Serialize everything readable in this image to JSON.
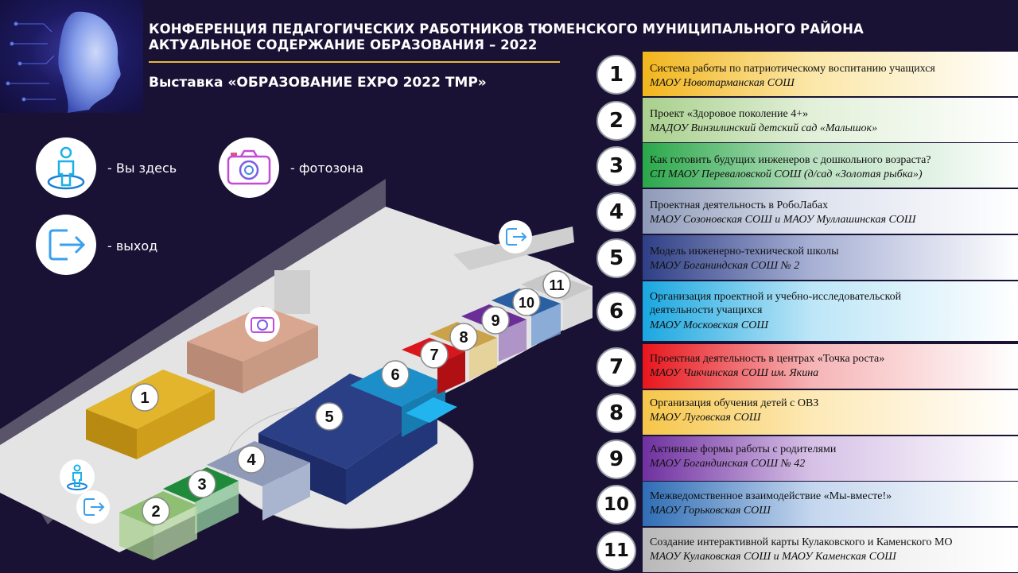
{
  "header": {
    "line1": "КОНФЕРЕНЦИЯ ПЕДАГОГИЧЕСКИХ РАБОТНИКОВ ТЮМЕНСКОГО МУНИЦИПАЛЬНОГО РАЙОНА",
    "line2": "АКТУАЛЬНОЕ СОДЕРЖАНИЕ ОБРАЗОВАНИЯ – 2022",
    "subtitle": "Выставка «ОБРАЗОВАНИЕ EXPO 2022 ТМР»"
  },
  "legend": [
    {
      "icon": "person-here-icon",
      "label": "- Вы здесь"
    },
    {
      "icon": "camera-icon",
      "label": "- фотозона"
    },
    {
      "icon": "exit-icon",
      "label": "- выход"
    }
  ],
  "map": {
    "markers": [
      "1",
      "2",
      "3",
      "4",
      "5",
      "6",
      "7",
      "8",
      "9",
      "10",
      "11"
    ]
  },
  "exhibits": [
    {
      "num": "1",
      "title": "Система работы по патриотическому воспитанию учащихся",
      "subtitle": "МАОУ Новотарманская СОШ",
      "color": "#f2b51c"
    },
    {
      "num": "2",
      "title": "Проект «Здоровое поколение 4+»",
      "subtitle": "МАДОУ Винзилинский детский сад «Малышок»",
      "color": "#a8d08d"
    },
    {
      "num": "3",
      "title": "Как готовить будущих  инженеров с дошкольного  возраста?",
      "subtitle": "СП МАОУ Перевaловской СОШ (д/сад «Золотая рыбка»)",
      "color": "#2aa84a"
    },
    {
      "num": "4",
      "title": "Проектная деятельность в РобоЛабах",
      "subtitle": "МАОУ Созоновская СОШ и МАОУ Муллашинская СОШ",
      "color": "#8e9ab8"
    },
    {
      "num": "5",
      "title": "Модель инженерно-технической школы",
      "subtitle": "МАОУ Боганиндская  СОШ № 2",
      "color": "#2f3f86"
    },
    {
      "num": "6",
      "title": "Организация проектной и учебно-исследовательской деятельности учащихся",
      "subtitle": "МАОУ Московская  СОШ",
      "color": "#1aa7e0"
    },
    {
      "num": "7",
      "title": "Проектная деятельность в центрах «Точка роста»",
      "subtitle": "МАОУ Чикчинская СОШ им. Якина",
      "color": "#e8161c"
    },
    {
      "num": "8",
      "title": "Организация обучения детей с ОВЗ",
      "subtitle": "МАОУ Луговская СОШ",
      "color": "#f6c64a"
    },
    {
      "num": "9",
      "title": "Активные формы работы с родителями",
      "subtitle": "МАОУ Богандинская  СОШ № 42",
      "color": "#7030a0"
    },
    {
      "num": "10",
      "title": "Межведомственное взаимодействие «Мы-вместе!»",
      "subtitle": "МАОУ Горьковская  СОШ",
      "color": "#2f6db5"
    },
    {
      "num": "11",
      "title": "Создание интерактивной карты Кулаковского и Каменского МО",
      "subtitle": "МАОУ Кулаковская СОШ и МАОУ Каменская СОШ",
      "color": "#b8b8b8"
    }
  ]
}
